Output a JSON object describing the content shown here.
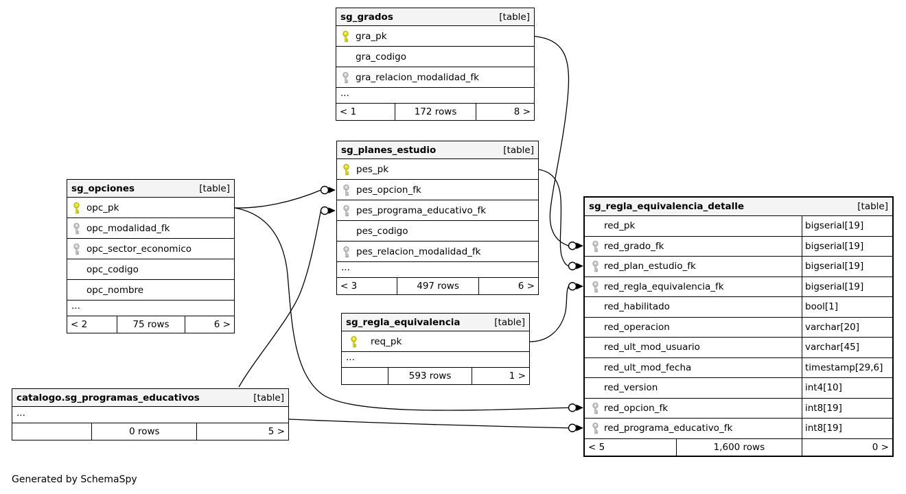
{
  "generated_by": "Generated by SchemaSpy",
  "colors": {
    "primary_key_icon": "#e5e500",
    "primary_key_outline": "#9a9a00",
    "foreign_key_icon": "#cccccc",
    "foreign_key_outline": "#8f8f8f",
    "header_bg": "#f4f4f4",
    "border": "#000000"
  },
  "icons": {
    "primary_key": "key-icon",
    "foreign_key": "key-icon"
  },
  "tables": [
    {
      "id": "sg_grados",
      "title": "sg_grados",
      "tag": "[table]",
      "columns": [
        {
          "name": "gra_pk",
          "key": "pk"
        },
        {
          "name": "gra_codigo"
        },
        {
          "name": "gra_relacion_modalidad_fk",
          "key": "fk"
        },
        {
          "name": "...",
          "ellipsis": true
        }
      ],
      "footer": {
        "left": "< 1",
        "center": "172 rows",
        "right": "8 >"
      }
    },
    {
      "id": "sg_planes_estudio",
      "title": "sg_planes_estudio",
      "tag": "[table]",
      "columns": [
        {
          "name": "pes_pk",
          "key": "pk"
        },
        {
          "name": "pes_opcion_fk",
          "key": "fk"
        },
        {
          "name": "pes_programa_educativo_fk",
          "key": "fk"
        },
        {
          "name": "pes_codigo"
        },
        {
          "name": "pes_relacion_modalidad_fk",
          "key": "fk"
        },
        {
          "name": "...",
          "ellipsis": true
        }
      ],
      "footer": {
        "left": "< 3",
        "center": "497 rows",
        "right": "6 >"
      }
    },
    {
      "id": "sg_opciones",
      "title": "sg_opciones",
      "tag": "[table]",
      "columns": [
        {
          "name": "opc_pk",
          "key": "pk"
        },
        {
          "name": "opc_modalidad_fk",
          "key": "fk"
        },
        {
          "name": "opc_sector_economico",
          "key": "fk"
        },
        {
          "name": "opc_codigo"
        },
        {
          "name": "opc_nombre"
        },
        {
          "name": "...",
          "ellipsis": true
        }
      ],
      "footer": {
        "left": "< 2",
        "center": "75 rows",
        "right": "6 >"
      }
    },
    {
      "id": "sg_regla_equivalencia",
      "title": "sg_regla_equivalencia",
      "tag": "[table]",
      "columns": [
        {
          "name": "req_pk",
          "key": "pk"
        },
        {
          "name": "...",
          "ellipsis": true
        }
      ],
      "footer": {
        "left": "",
        "center": "593 rows",
        "right": "1 >"
      }
    },
    {
      "id": "catalogo.sg_programas_educativos",
      "title": "catalogo.sg_programas_educativos",
      "tag": "[table]",
      "columns": [
        {
          "name": "...",
          "ellipsis": true
        }
      ],
      "footer": {
        "left": "",
        "center": "0 rows",
        "right": "5 >"
      }
    },
    {
      "id": "sg_regla_equivalencia_detalle",
      "title": "sg_regla_equivalencia_detalle",
      "tag": "[table]",
      "columns": [
        {
          "name": "red_pk",
          "type": "bigserial[19]"
        },
        {
          "name": "red_grado_fk",
          "key": "fk",
          "type": "bigserial[19]"
        },
        {
          "name": "red_plan_estudio_fk",
          "key": "fk",
          "type": "bigserial[19]"
        },
        {
          "name": "red_regla_equivalencia_fk",
          "key": "fk",
          "type": "bigserial[19]"
        },
        {
          "name": "red_habilitado",
          "type": "bool[1]"
        },
        {
          "name": "red_operacion",
          "type": "varchar[20]"
        },
        {
          "name": "red_ult_mod_usuario",
          "type": "varchar[45]"
        },
        {
          "name": "red_ult_mod_fecha",
          "type": "timestamp[29,6]"
        },
        {
          "name": "red_version",
          "type": "int4[10]"
        },
        {
          "name": "red_opcion_fk",
          "key": "fk",
          "type": "int8[19]"
        },
        {
          "name": "red_programa_educativo_fk",
          "key": "fk",
          "type": "int8[19]"
        }
      ],
      "footer": {
        "left": "< 5",
        "center": "1,600 rows",
        "right": "0 >"
      }
    }
  ],
  "relationships": [
    {
      "from_table": "sg_grados",
      "from_column": "gra_pk",
      "to_table": "sg_regla_equivalencia_detalle",
      "to_column": "red_grado_fk"
    },
    {
      "from_table": "sg_planes_estudio",
      "from_column": "pes_pk",
      "to_table": "sg_regla_equivalencia_detalle",
      "to_column": "red_plan_estudio_fk"
    },
    {
      "from_table": "sg_regla_equivalencia",
      "from_column": "req_pk",
      "to_table": "sg_regla_equivalencia_detalle",
      "to_column": "red_regla_equivalencia_fk"
    },
    {
      "from_table": "sg_opciones",
      "from_column": "opc_pk",
      "to_table": "sg_planes_estudio",
      "to_column": "pes_opcion_fk"
    },
    {
      "from_table": "sg_opciones",
      "from_column": "opc_pk",
      "to_table": "sg_regla_equivalencia_detalle",
      "to_column": "red_opcion_fk"
    },
    {
      "from_table": "catalogo.sg_programas_educativos",
      "from_column": null,
      "to_table": "sg_planes_estudio",
      "to_column": "pes_programa_educativo_fk"
    },
    {
      "from_table": "catalogo.sg_programas_educativos",
      "from_column": null,
      "to_table": "sg_regla_equivalencia_detalle",
      "to_column": "red_programa_educativo_fk"
    }
  ]
}
